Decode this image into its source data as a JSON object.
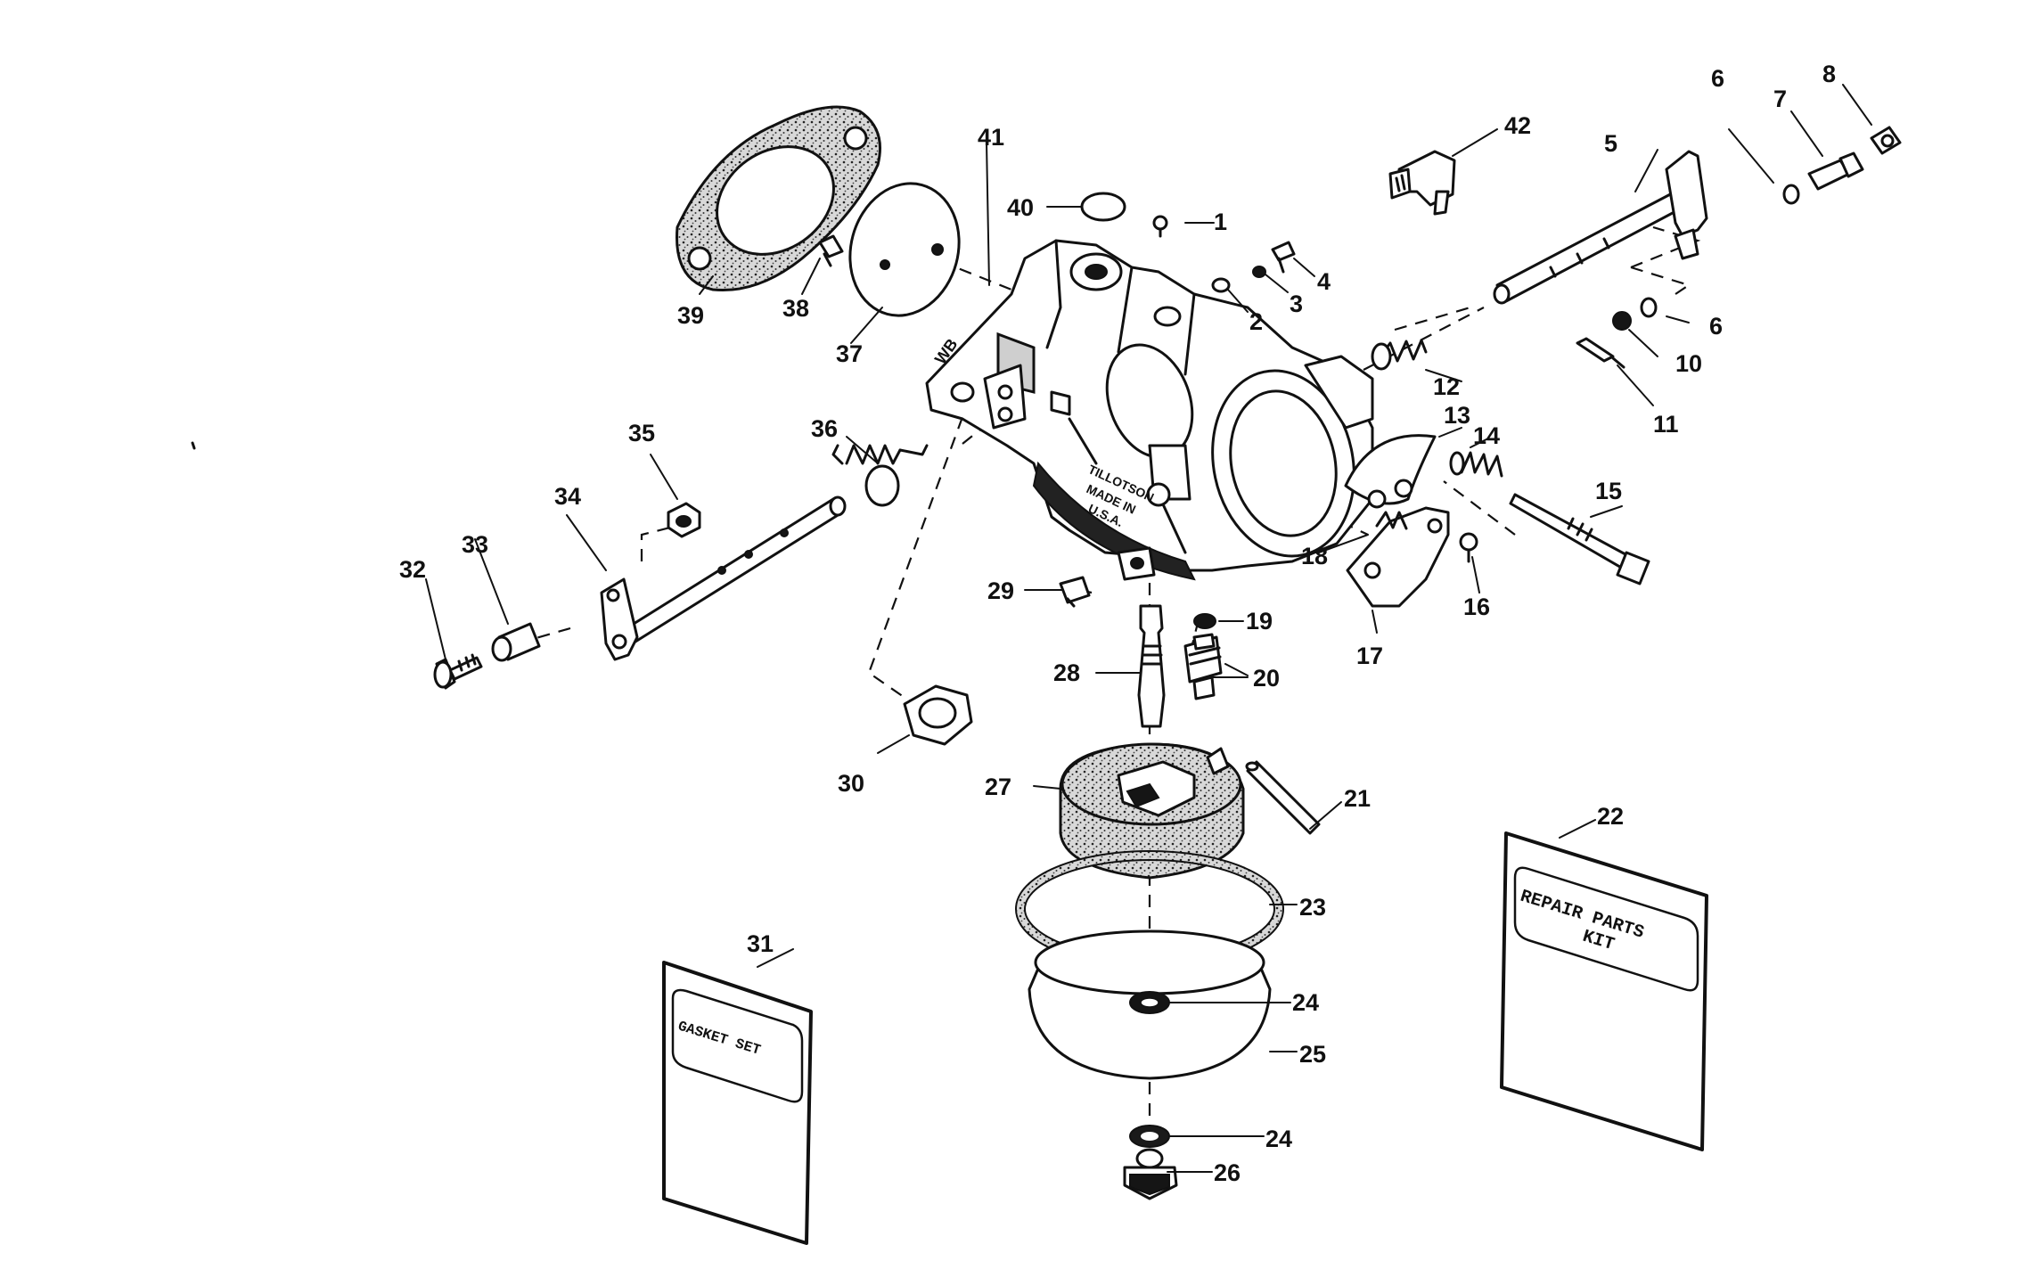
{
  "diagram": {
    "part_numbers": [
      "1",
      "2",
      "3",
      "4",
      "5",
      "6",
      "6",
      "7",
      "8",
      "10",
      "11",
      "12",
      "13",
      "14",
      "15",
      "16",
      "17",
      "18",
      "19",
      "20",
      "21",
      "22",
      "23",
      "24",
      "24",
      "25",
      "26",
      "27",
      "28",
      "29",
      "30",
      "31",
      "32",
      "33",
      "34",
      "35",
      "36",
      "37",
      "38",
      "39",
      "40",
      "41",
      "42"
    ],
    "body_casting_mark": "WB",
    "body_lettering": [
      "TILLOTSON",
      "MADE IN",
      "U.S.A."
    ],
    "kit_cards": {
      "repair": {
        "line1": "REPAIR  PARTS",
        "line2": "KIT"
      },
      "gasket": {
        "line1": "GASKET SET"
      }
    }
  }
}
